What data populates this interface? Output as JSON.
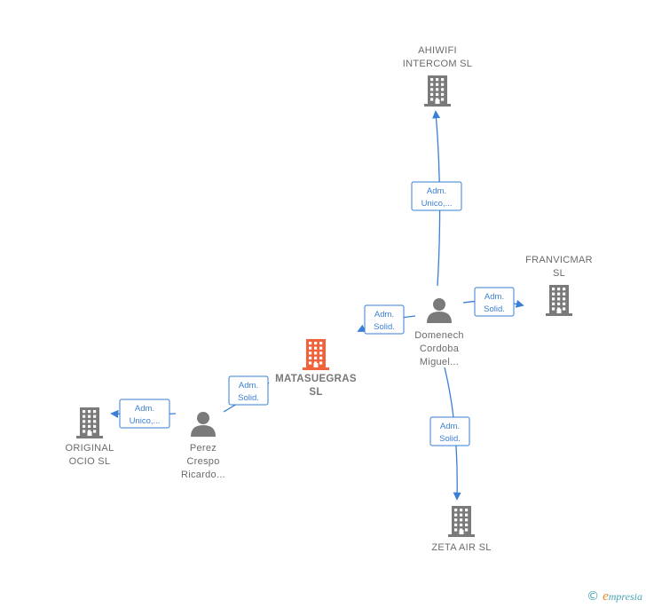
{
  "colors": {
    "company": "#7a7a7a",
    "focus_company": "#f2623a",
    "person": "#7a7a7a",
    "edge": "#3a7fd5"
  },
  "nodes": {
    "ahiwifi": {
      "type": "company",
      "icon": "building-icon",
      "lines": [
        "AHIWIFI",
        "INTERCOM  SL"
      ]
    },
    "franvicmar": {
      "type": "company",
      "icon": "building-icon",
      "lines": [
        "FRANVICMAR",
        "SL"
      ]
    },
    "matasuegras": {
      "type": "company",
      "focus": true,
      "icon": "building-icon",
      "lines": [
        "MATASUEGRAS",
        "SL"
      ]
    },
    "original": {
      "type": "company",
      "icon": "building-icon",
      "lines": [
        "ORIGINAL",
        "OCIO  SL"
      ]
    },
    "zeta": {
      "type": "company",
      "icon": "building-icon",
      "lines": [
        "ZETA AIR  SL"
      ]
    },
    "domenech": {
      "type": "person",
      "icon": "person-icon",
      "lines": [
        "Domenech",
        "Cordoba",
        "Miguel..."
      ]
    },
    "perez": {
      "type": "person",
      "icon": "person-icon",
      "lines": [
        "Perez",
        "Crespo",
        "Ricardo..."
      ]
    }
  },
  "edges": [
    {
      "from": "domenech",
      "to": "ahiwifi",
      "lines": [
        "Adm.",
        "Unico,..."
      ]
    },
    {
      "from": "domenech",
      "to": "franvicmar",
      "lines": [
        "Adm.",
        "Solid."
      ]
    },
    {
      "from": "domenech",
      "to": "matasuegras",
      "lines": [
        "Adm.",
        "Solid."
      ]
    },
    {
      "from": "domenech",
      "to": "zeta",
      "lines": [
        "Adm.",
        "Solid."
      ]
    },
    {
      "from": "perez",
      "to": "matasuegras",
      "lines": [
        "Adm.",
        "Solid."
      ]
    },
    {
      "from": "perez",
      "to": "original",
      "lines": [
        "Adm.",
        "Unico,..."
      ]
    }
  ],
  "footer": {
    "copyright": "©",
    "brand_initial": "e",
    "brand_rest": "mpresia"
  }
}
